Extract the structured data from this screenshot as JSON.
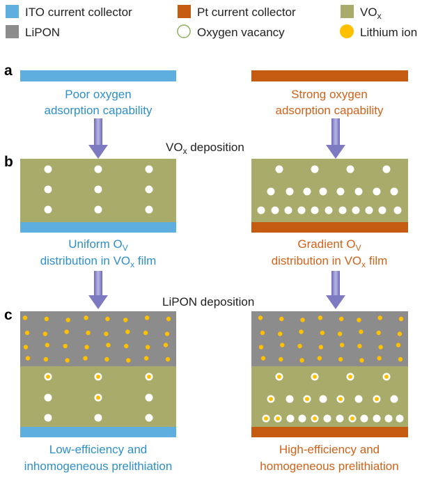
{
  "legend": [
    {
      "key": "ito",
      "label": "ITO current collector",
      "swatch": "rect",
      "color": "#5eaee0"
    },
    {
      "key": "pt",
      "label": "Pt current collector",
      "swatch": "rect",
      "color": "#c55a11"
    },
    {
      "key": "vox",
      "label_base": "VO",
      "label_sub": "x",
      "swatch": "rect",
      "color": "#a9ab6a"
    },
    {
      "key": "lipon",
      "label": "LiPON",
      "swatch": "rect",
      "color": "#8c8c8c"
    },
    {
      "key": "vacancy",
      "label": "Oxygen vacancy",
      "swatch": "circle-outline",
      "color": "#8fae5e"
    },
    {
      "key": "lithium",
      "label": "Lithium ion",
      "swatch": "circle",
      "color": "#ffc000"
    }
  ],
  "panels": {
    "a": "a",
    "b": "b",
    "c": "c"
  },
  "left": {
    "text_a": [
      "Poor oxygen",
      "adsorption capability"
    ],
    "text_b_line1_base": "Uniform O",
    "text_b_line1_sub": "V",
    "text_b_line2_a": "distribution in VO",
    "text_b_line2_sub": "x",
    "text_b_line2_b": " film",
    "text_c": [
      "Low-efficiency and",
      "inhomogeneous prelithiation"
    ]
  },
  "right": {
    "text_a": [
      "Strong oxygen",
      "adsorption capability"
    ],
    "text_b_line1_base": "Gradient O",
    "text_b_line1_sub": "V",
    "text_b_line2_a": "distribution in VO",
    "text_b_line2_sub": "x",
    "text_b_line2_b": " film",
    "text_c": [
      "High-efficiency and",
      "homogeneous prelithiation"
    ]
  },
  "steps": {
    "vox_base": "VO",
    "vox_sub": "x",
    "vox_rest": " deposition",
    "lipon": "LiPON deposition"
  },
  "colors": {
    "ito": "#5eaee0",
    "pt": "#c55a11",
    "vox": "#a9ab6a",
    "lipon": "#8c8c8c",
    "lithium": "#ffc000",
    "vacancy": "#ffffff",
    "arrow": "#8a87c9",
    "left_text": "#2e8fc9",
    "right_text": "#d0621a"
  }
}
